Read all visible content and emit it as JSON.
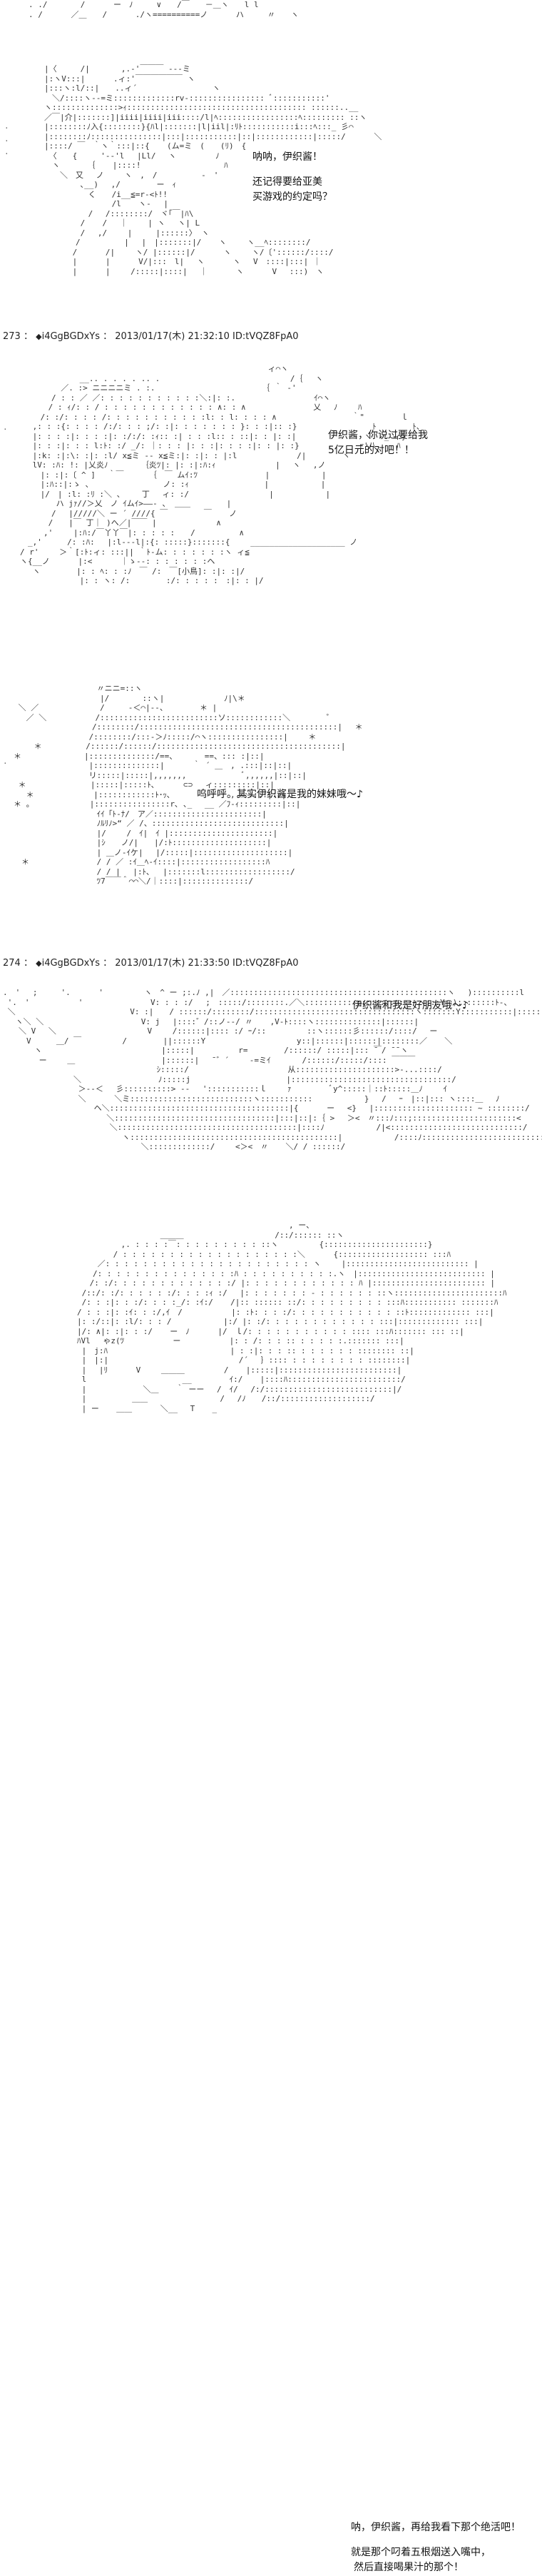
{
  "posts": [
    {
      "number": "273",
      "separator": "：",
      "diamond": "◆",
      "trip": "i4GgBGDxYs",
      "separator2": "：",
      "datetime": "2013/01/17(木) 21:32:10",
      "id": "ID:tVQZ8FpA0"
    },
    {
      "number": "274",
      "separator": "：",
      "diamond": "◆",
      "trip": "i4GgBGDxYs",
      "separator2": "：",
      "datetime": "2013/01/17(木) 21:33:50",
      "id": "ID:tVQZ8FpA0"
    }
  ],
  "dialogs": {
    "d1": {
      "line1": "呐呐，伊织酱！",
      "line2": "还记得要给亚美",
      "line3": "买游戏的约定吗？"
    },
    "d2": {
      "line1": "伊织酱，你说过要给我",
      "line2": "5亿日元的对吧！！"
    },
    "d3": {
      "line1": "呜呼呼。其实伊织酱是我的妹妹哦～♪"
    },
    "d4": {
      "line1": "伊织酱和我是好朋友哦～♪"
    },
    "d5": {
      "line1": "呐，伊织酱，再给我看下那个绝活吧！",
      "line2": "就是那个叼着五根烟送入嘴中，",
      "line3": "然后直接喝果汁的那个！"
    }
  },
  "art_labels": {
    "sign": "[小鳥]"
  }
}
